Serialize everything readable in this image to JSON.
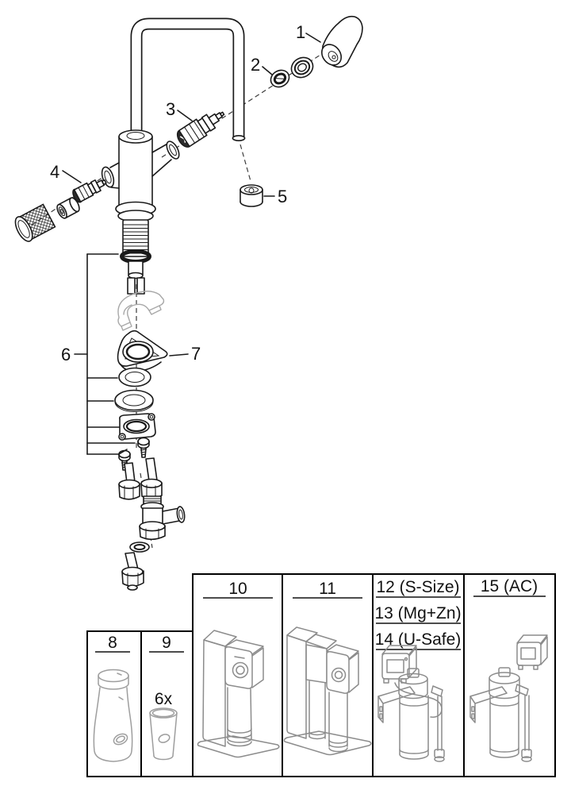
{
  "palette": {
    "line": "#1a1a1a",
    "ghost_line": "#a8a8a8",
    "accessory_line": "#8c8c8c",
    "bottle_line": "#9e9e9e",
    "box_border": "#000000",
    "background": "#ffffff"
  },
  "exploded_view": {
    "part_labels": [
      {
        "number": "1",
        "part": "handle-knob"
      },
      {
        "number": "2",
        "part": "seal-ring-set"
      },
      {
        "number": "3",
        "part": "valve-cartridge"
      },
      {
        "number": "4",
        "part": "side-valve-set"
      },
      {
        "number": "5",
        "part": "spout-end-nut"
      },
      {
        "number": "6",
        "part": "fastening-set"
      },
      {
        "number": "7",
        "part": "mounting-wedge"
      }
    ]
  },
  "accessory_boxes": [
    {
      "id": "box-8",
      "labels": [
        "8"
      ],
      "quantity": "",
      "item": "carafe"
    },
    {
      "id": "box-9",
      "labels": [
        "9"
      ],
      "quantity": "6x",
      "item": "glass"
    },
    {
      "id": "box-10",
      "labels": [
        "10"
      ],
      "quantity": "",
      "item": "cooler-two-module"
    },
    {
      "id": "box-11",
      "labels": [
        "11"
      ],
      "quantity": "",
      "item": "cooler-three-module"
    },
    {
      "id": "box-12-14",
      "labels": [
        "12 (S-Size)",
        "13 (Mg+Zn)",
        "14 (U-Safe)"
      ],
      "quantity": "",
      "item": "filter-cartridge-with-head"
    },
    {
      "id": "box-15",
      "labels": [
        "15 (AC)"
      ],
      "quantity": "",
      "item": "filter-cartridge-activated-carbon"
    }
  ]
}
